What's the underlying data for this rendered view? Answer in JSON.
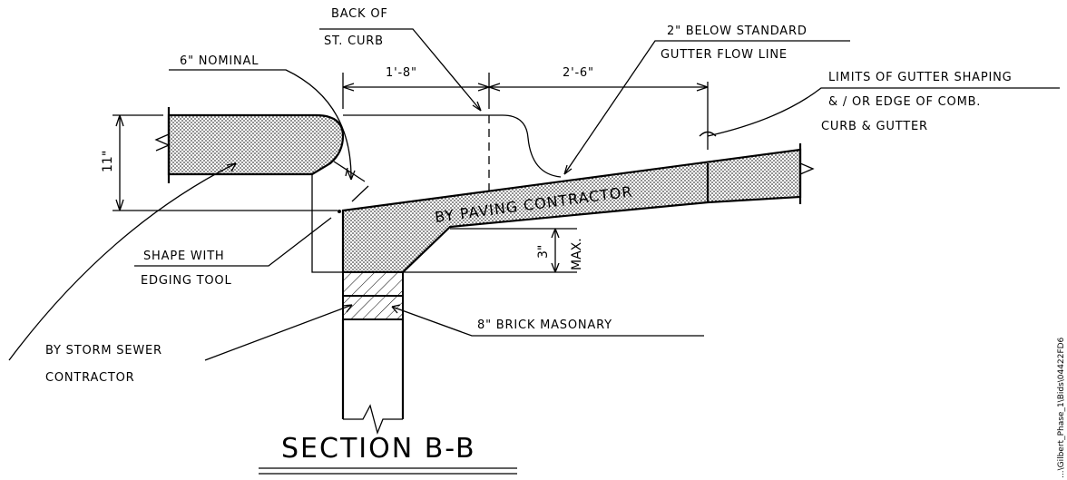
{
  "labels": {
    "back_of_line1": "BACK OF",
    "back_of_line2": "ST. CURB",
    "nominal": "6\" NOMINAL",
    "below_standard_line1": "2\" BELOW STANDARD",
    "below_standard_line2": "GUTTER FLOW LINE",
    "limits_line1": "LIMITS OF GUTTER SHAPING",
    "limits_line2": "& / OR EDGE OF COMB.",
    "limits_line3": "CURB & GUTTER",
    "dim_1_8": "1'-8\"",
    "dim_2_6": "2'-6\"",
    "dim_11": "11\"",
    "dim_3": "3\"",
    "max": "MAX.",
    "by_paving": "BY PAVING CONTRACTOR",
    "shape_line1": "SHAPE WITH",
    "shape_line2": "EDGING TOOL",
    "brick": "8\" BRICK MASONARY",
    "storm_line1": "BY STORM SEWER",
    "storm_line2": "CONTRACTOR",
    "section_title": "SECTION B-B",
    "side_path": "...\\Gilbert_Phase_1\\Bids\\04422FD6"
  },
  "colors": {
    "ink": "#000000",
    "background": "#ffffff",
    "concrete_stipple": "#000000"
  }
}
